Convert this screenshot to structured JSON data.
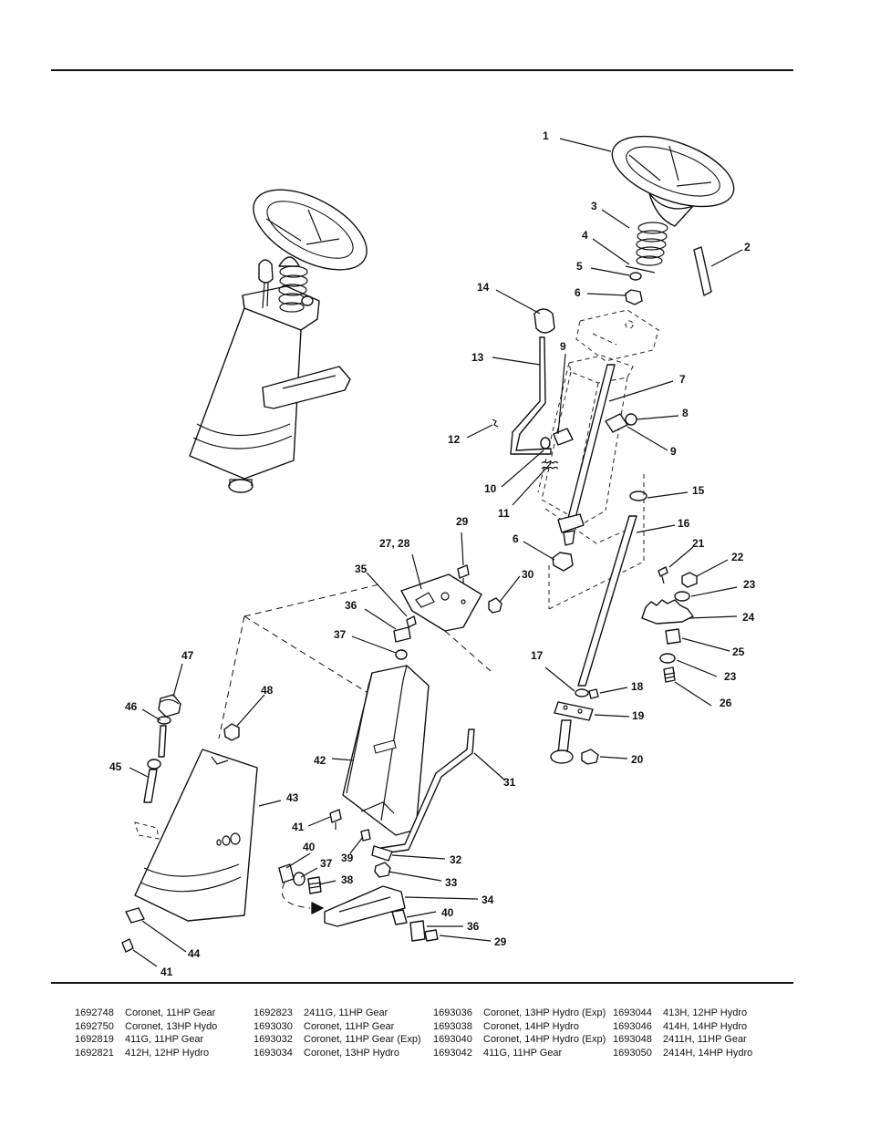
{
  "callouts": [
    {
      "id": "c1",
      "text": "1"
    },
    {
      "id": "c2",
      "text": "2"
    },
    {
      "id": "c3",
      "text": "3"
    },
    {
      "id": "c4",
      "text": "4"
    },
    {
      "id": "c5",
      "text": "5"
    },
    {
      "id": "c6a",
      "text": "6"
    },
    {
      "id": "c6b",
      "text": "6"
    },
    {
      "id": "c7",
      "text": "7"
    },
    {
      "id": "c8",
      "text": "8"
    },
    {
      "id": "c9a",
      "text": "9"
    },
    {
      "id": "c9b",
      "text": "9"
    },
    {
      "id": "c10",
      "text": "10"
    },
    {
      "id": "c11",
      "text": "11"
    },
    {
      "id": "c12",
      "text": "12"
    },
    {
      "id": "c13",
      "text": "13"
    },
    {
      "id": "c14",
      "text": "14"
    },
    {
      "id": "c15",
      "text": "15"
    },
    {
      "id": "c16",
      "text": "16"
    },
    {
      "id": "c17",
      "text": "17"
    },
    {
      "id": "c18",
      "text": "18"
    },
    {
      "id": "c19",
      "text": "19"
    },
    {
      "id": "c20",
      "text": "20"
    },
    {
      "id": "c21",
      "text": "21"
    },
    {
      "id": "c22",
      "text": "22"
    },
    {
      "id": "c23a",
      "text": "23"
    },
    {
      "id": "c23b",
      "text": "23"
    },
    {
      "id": "c24",
      "text": "24"
    },
    {
      "id": "c25",
      "text": "25"
    },
    {
      "id": "c26",
      "text": "26"
    },
    {
      "id": "c2728",
      "text": "27, 28"
    },
    {
      "id": "c29a",
      "text": "29"
    },
    {
      "id": "c29b",
      "text": "29"
    },
    {
      "id": "c30",
      "text": "30"
    },
    {
      "id": "c31",
      "text": "31"
    },
    {
      "id": "c32",
      "text": "32"
    },
    {
      "id": "c33",
      "text": "33"
    },
    {
      "id": "c34",
      "text": "34"
    },
    {
      "id": "c35",
      "text": "35"
    },
    {
      "id": "c36a",
      "text": "36"
    },
    {
      "id": "c36b",
      "text": "36"
    },
    {
      "id": "c37a",
      "text": "37"
    },
    {
      "id": "c37b",
      "text": "37"
    },
    {
      "id": "c38",
      "text": "38"
    },
    {
      "id": "c39",
      "text": "39"
    },
    {
      "id": "c40a",
      "text": "40"
    },
    {
      "id": "c40b",
      "text": "40"
    },
    {
      "id": "c41a",
      "text": "41"
    },
    {
      "id": "c41b",
      "text": "41"
    },
    {
      "id": "c42",
      "text": "42"
    },
    {
      "id": "c43",
      "text": "43"
    },
    {
      "id": "c44",
      "text": "44"
    },
    {
      "id": "c45",
      "text": "45"
    },
    {
      "id": "c46",
      "text": "46"
    },
    {
      "id": "c47",
      "text": "47"
    },
    {
      "id": "c48",
      "text": "48"
    }
  ],
  "models": {
    "columns": [
      [
        {
          "num": "1692748",
          "desc": "Coronet, 11HP Gear"
        },
        {
          "num": "1692750",
          "desc": "Coronet, 13HP Hydo"
        },
        {
          "num": "1692819",
          "desc": "411G, 11HP Gear"
        },
        {
          "num": "1692821",
          "desc": "412H, 12HP Hydro"
        }
      ],
      [
        {
          "num": "1692823",
          "desc": "2411G, 11HP Gear"
        },
        {
          "num": "1693030",
          "desc": "Coronet, 11HP Gear"
        },
        {
          "num": "1693032",
          "desc": "Coronet, 11HP Gear (Exp)"
        },
        {
          "num": "1693034",
          "desc": "Coronet, 13HP Hydro"
        }
      ],
      [
        {
          "num": "1693036",
          "desc": "Coronet, 13HP Hydro (Exp)"
        },
        {
          "num": "1693038",
          "desc": "Coronet, 14HP Hydro"
        },
        {
          "num": "1693040",
          "desc": "Coronet, 14HP Hydro (Exp)"
        },
        {
          "num": "1693042",
          "desc": "411G, 11HP Gear"
        }
      ],
      [
        {
          "num": "1693044",
          "desc": "413H, 12HP Hydro"
        },
        {
          "num": "1693046",
          "desc": "414H, 14HP Hydro"
        },
        {
          "num": "1693048",
          "desc": "2411H, 11HP Gear"
        },
        {
          "num": "1693050",
          "desc": "2414H, 14HP Hydro"
        }
      ]
    ]
  }
}
